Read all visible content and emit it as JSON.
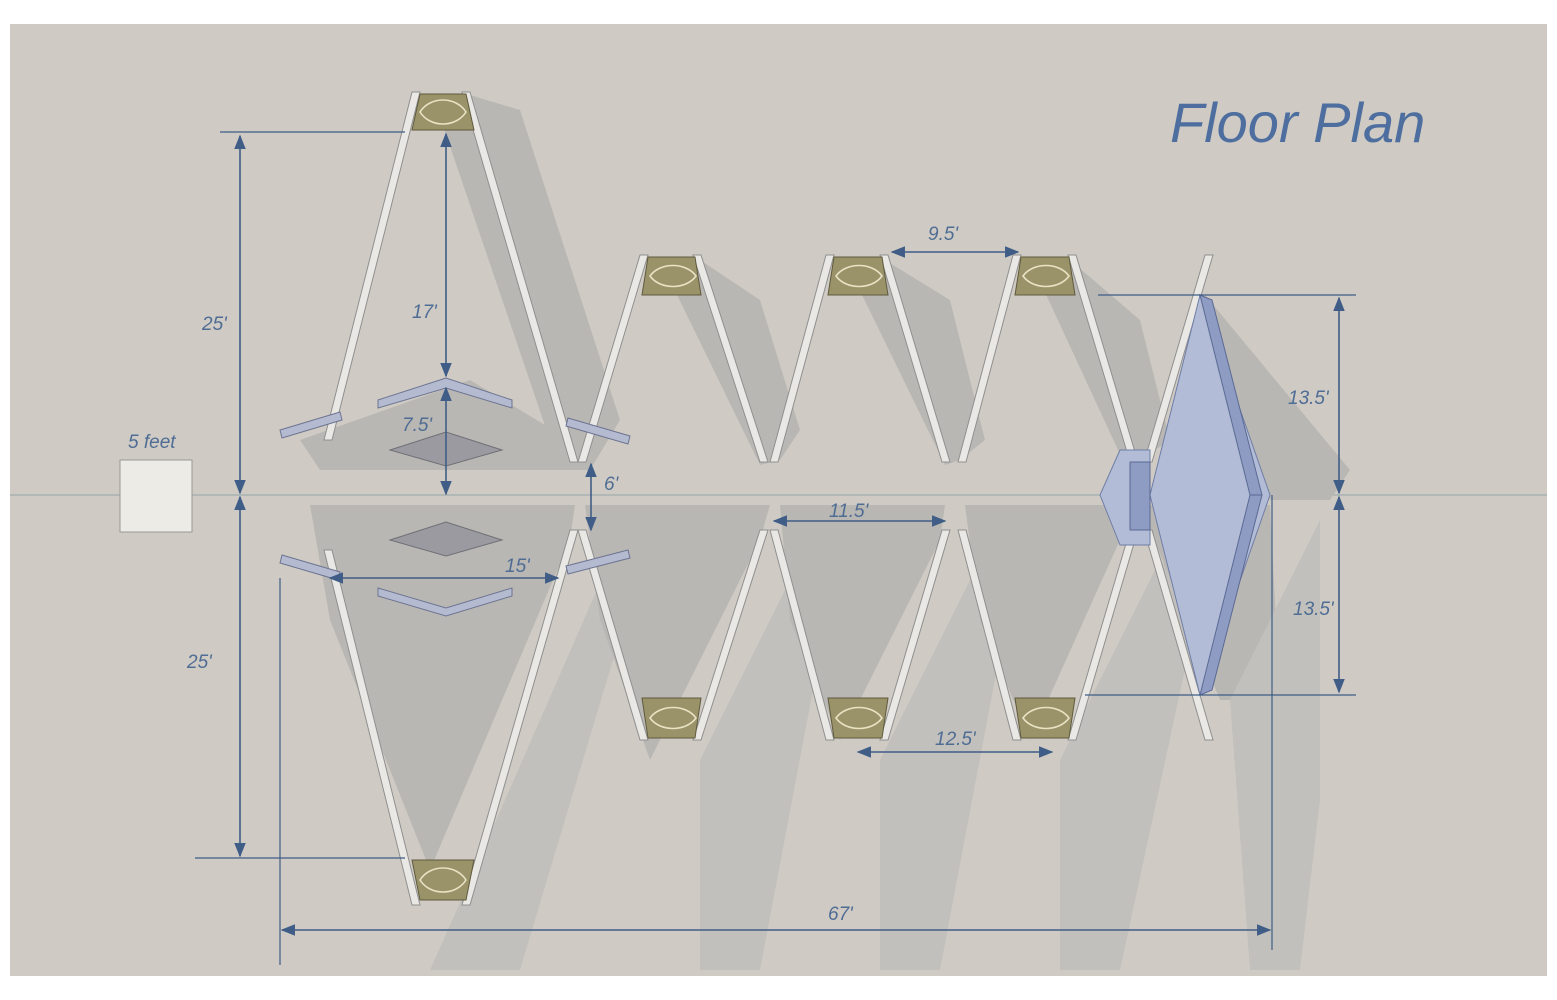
{
  "title": "Floor Plan",
  "scale_label": "5 feet",
  "dimensions": {
    "left_top_height": "25'",
    "left_bottom_height": "25'",
    "inner_depth": "17'",
    "center_gap": "7.5'",
    "aisle_gap": "6'",
    "front_width": "15'",
    "top_spacing": "9.5'",
    "middle_spacing": "11.5'",
    "bottom_spacing": "12.5'",
    "right_top_height": "13.5'",
    "right_bottom_height": "13.5'",
    "overall_length": "67'"
  },
  "colors": {
    "paper": "#cfcbc4",
    "dimension": "#3f5d86",
    "title": "#4d6e9e",
    "glass": "#b3bcd6",
    "ornament": "#9a9268"
  }
}
